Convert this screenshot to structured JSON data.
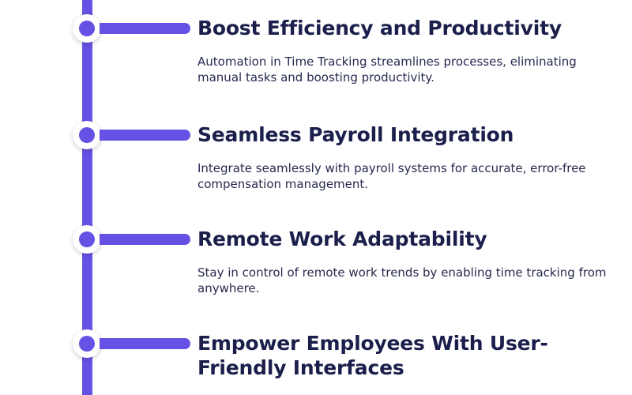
{
  "timeline": {
    "items": [
      {
        "title": "Boost Efficiency and Productivity",
        "description": "Automation in Time Tracking streamlines processes, eliminating manual tasks and boosting productivity."
      },
      {
        "title": "Seamless Payroll Integration",
        "description": "Integrate seamlessly with payroll systems for accurate, error-free compensation management."
      },
      {
        "title": "Remote Work Adaptability",
        "description": "Stay in control of remote work trends by enabling time tracking from anywhere."
      },
      {
        "title": "Empower Employees With User-Friendly Interfaces",
        "description": ""
      }
    ]
  },
  "colors": {
    "accent": "#6552e4",
    "heading": "#1b1f4b",
    "body_text": "#262a4e",
    "background": "#ffffff"
  }
}
